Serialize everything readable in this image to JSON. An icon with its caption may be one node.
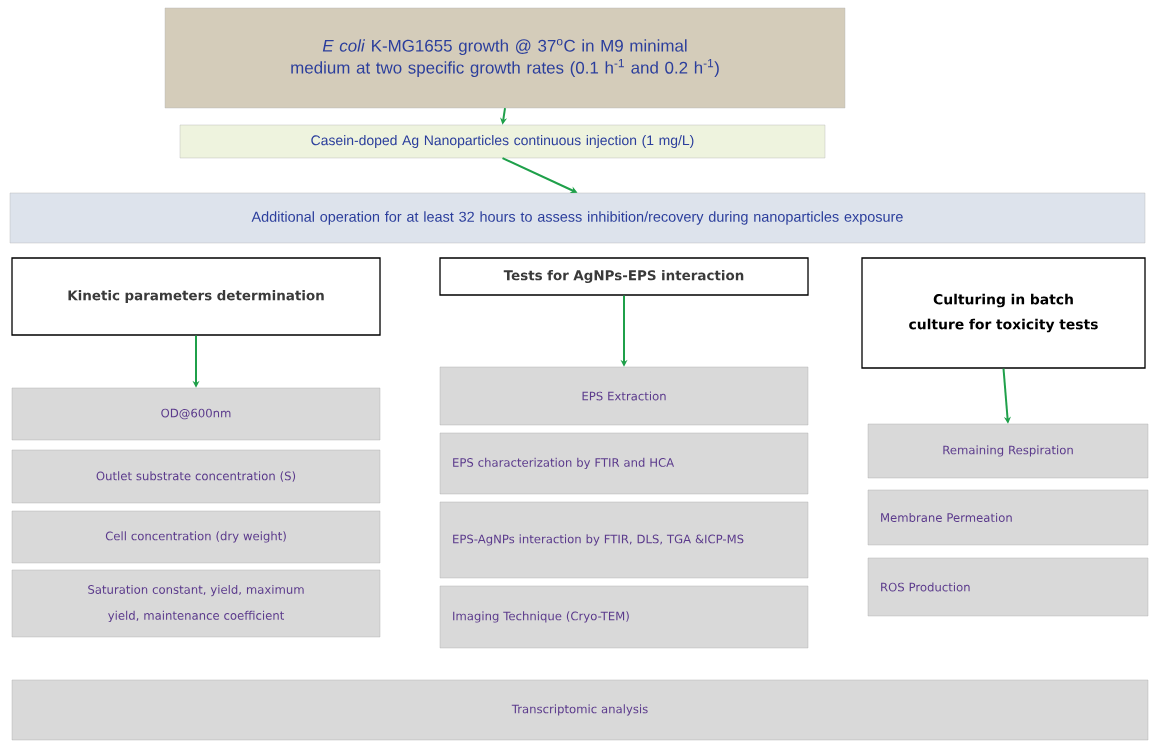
{
  "diagram": {
    "nodes": [
      {
        "text": [
          "*E coli* K-MG1655 growth @ 37$^{o}$C in M9 minimal medium at two specific growth rates (0.1 h$^{-1}$ and 0.2 h$^{-1}$)"
        ]
      },
      {
        "text": [
          "Casein-doped Ag Nanoparticles continuous injection (1 mg/L)"
        ]
      },
      {
        "text": [
          "Additional operation for at least 32 hours to assess inhibition/recovery during nanoparticles exposure"
        ]
      },
      {
        "text": [
          "Kinetic parameters determination"
        ]
      },
      {
        "text": [
          "Tests for AgNPs-EPS interaction"
        ]
      },
      {
        "text": [
          "Culturing in batch culture for toxicity tests"
        ]
      },
      {
        "text": [
          "OD@600nm"
        ]
      },
      {
        "text": [
          "Outlet substrate concentration (S)"
        ]
      },
      {
        "text": [
          "Cell concentration (dry weight)"
        ]
      },
      {
        "text": [
          "Saturation constant, yield, maximum yield, maintenance coefficient"
        ]
      },
      {
        "text": [
          "EPS Extraction"
        ]
      },
      {
        "text": [
          "EPS characterization by FTIR and HCA"
        ]
      },
      {
        "text": [
          "EPS-AgNPs interaction by FTIR, DLS, TGA &ICP-MS"
        ]
      },
      {
        "text": [
          "Imaging Technique (Cryo-TEM)"
        ]
      },
      {
        "text": [
          "Remaining Respiration"
        ]
      },
      {
        "text": [
          "Membrane Permeation"
        ]
      },
      {
        "text": [
          "ROS Production"
        ]
      },
      {
        "text": [
          "Transcriptomic analysis"
        ]
      }
    ],
    "edges": [
      {
        "from": 0,
        "to": 1,
        "arrow": "to"
      },
      {
        "from": 1,
        "to": 2,
        "arrow": "to"
      },
      {
        "from": 3,
        "to": 6,
        "arrow": "to"
      },
      {
        "from": 4,
        "to": 10,
        "arrow": "to"
      },
      {
        "from": 5,
        "to": 14,
        "arrow": "to"
      }
    ]
  }
}
